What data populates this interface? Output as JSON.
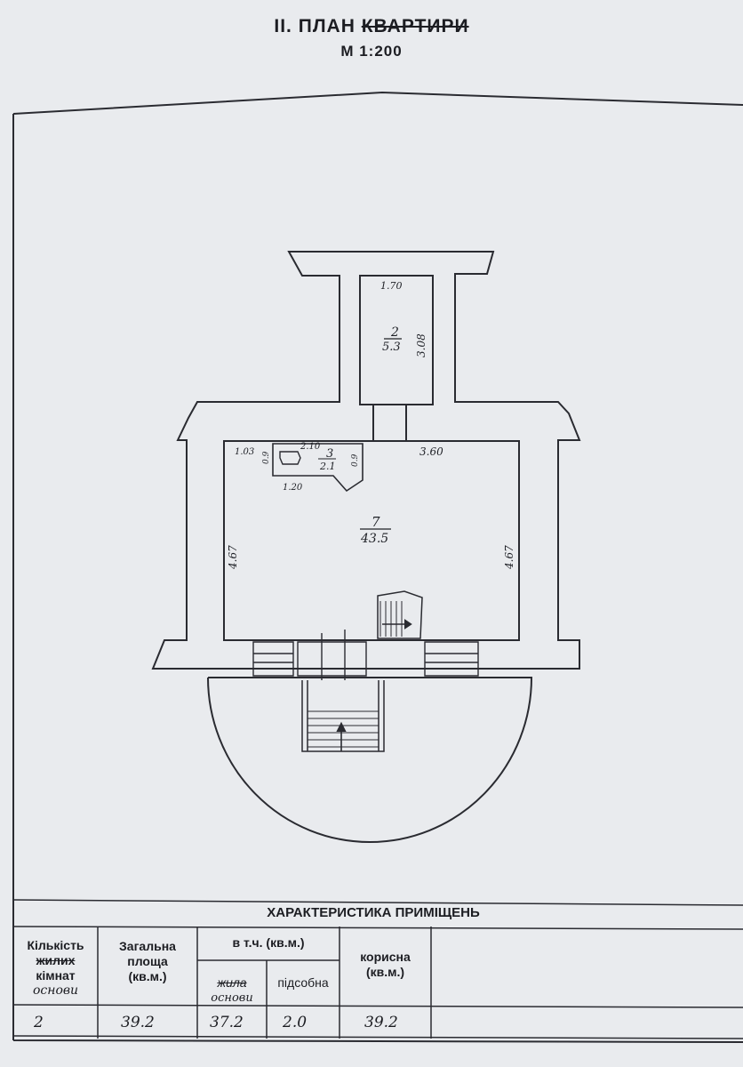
{
  "header": {
    "title_prefix": "II. ПЛАН ",
    "title_struck": "КВАРТИРИ",
    "scale": "М 1:200"
  },
  "plan": {
    "rooms": [
      {
        "number": "2",
        "area": "5.3"
      },
      {
        "number": "3",
        "area": "2.1"
      },
      {
        "number": "7",
        "area": "43.5"
      }
    ],
    "dims": {
      "d_170": "1.70",
      "d_308": "3.08",
      "d_103": "1.03",
      "d_090": "0.9",
      "d_210": "2.10",
      "d_120": "1.20",
      "d_099": "0.9",
      "d_360": "3.60",
      "d_467_left": "4.67",
      "d_467_right": "4.67"
    }
  },
  "table": {
    "title": "ХАРАКТЕРИСТИКА ПРИМІЩЕНЬ",
    "col_rooms_1": "Кількість",
    "col_rooms_2_struck": "жилих",
    "col_rooms_3": "кімнат",
    "col_rooms_hand": "основи",
    "col_total_1": "Загальна",
    "col_total_2": "площа",
    "col_total_3": "(кв.м.)",
    "col_incl": "в т.ч. (кв.м.)",
    "col_living_struck": "жила",
    "col_living_hand": "основи",
    "col_aux": "підсобна",
    "col_useful_1": "корисна",
    "col_useful_2": "(кв.м.)",
    "row": {
      "rooms": "2",
      "total": "39.2",
      "living": "37.2",
      "aux": "2.0",
      "useful": "39.2"
    }
  }
}
